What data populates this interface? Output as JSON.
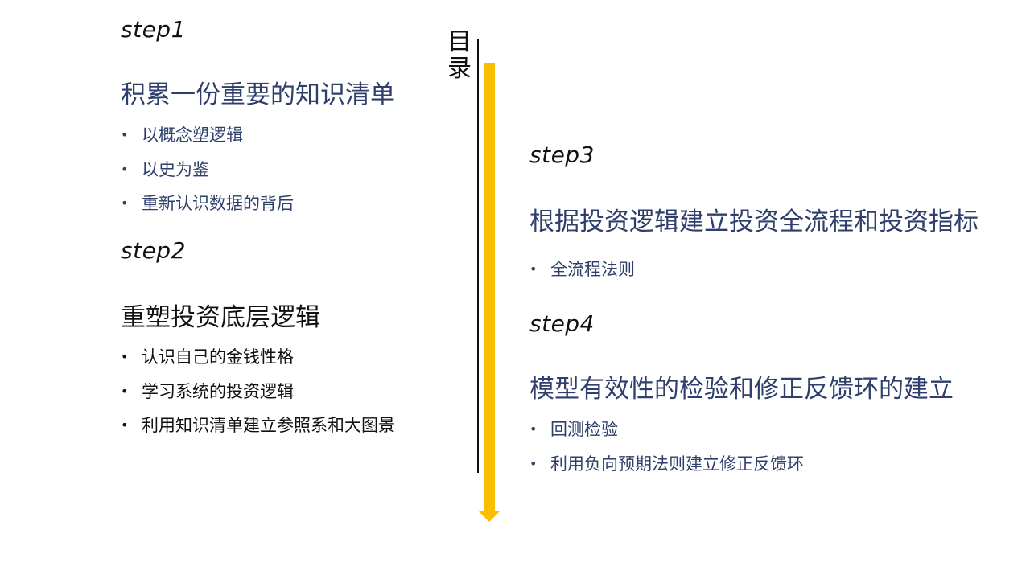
{
  "toc": {
    "label_line1": "目",
    "label_line2": "录"
  },
  "steps": [
    {
      "label": "step1",
      "title": "积累一份重要的知识清单",
      "bullets": [
        "以概念塑逻辑",
        "以史为鉴",
        "重新认识数据的背后"
      ]
    },
    {
      "label": "step2",
      "title": "重塑投资底层逻辑",
      "bullets": [
        "认识自己的金钱性格",
        "学习系统的投资逻辑",
        "利用知识清单建立参照系和大图景"
      ]
    },
    {
      "label": "step3",
      "title": "根据投资逻辑建立投资全流程和投资指标",
      "bullets": [
        "全流程法则"
      ]
    },
    {
      "label": "step4",
      "title": "模型有效性的检验和修正反馈环的建立",
      "bullets": [
        "回测检验",
        "利用负向预期法则建立修正反馈环"
      ]
    }
  ],
  "colors": {
    "arrow": "#fbbd00",
    "title_blue": "#2f3f6b",
    "text_dark": "#111111"
  }
}
